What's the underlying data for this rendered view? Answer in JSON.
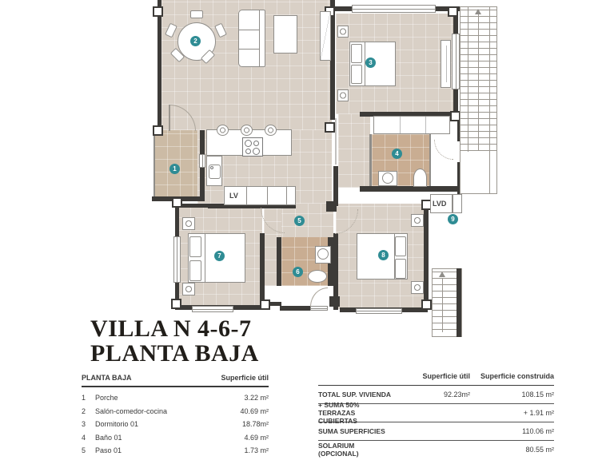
{
  "title": {
    "line1": "VILLA N 4-6-7",
    "line2": "PLANTA BAJA"
  },
  "plan": {
    "lv_label": "LV",
    "lvd_label": "LVD",
    "markers": [
      {
        "n": "1"
      },
      {
        "n": "2"
      },
      {
        "n": "3"
      },
      {
        "n": "4"
      },
      {
        "n": "5"
      },
      {
        "n": "6"
      },
      {
        "n": "7"
      },
      {
        "n": "8"
      },
      {
        "n": "9"
      }
    ],
    "colors": {
      "floor": "#d9d0c6",
      "wet_floor": "#c9ad92",
      "porch_floor": "#ccbba5",
      "accent_teal": "#2f8c94"
    }
  },
  "left_table": {
    "header": {
      "col1": "PLANTA BAJA",
      "col2": "Superficie útil"
    },
    "rows": [
      {
        "num": "1",
        "name": "Porche",
        "value": "3.22 m²"
      },
      {
        "num": "2",
        "name": "Salón-comedor-cocina",
        "value": "40.69 m²"
      },
      {
        "num": "3",
        "name": "Dormitorio 01",
        "value": "18.78m²"
      },
      {
        "num": "4",
        "name": "Baño 01",
        "value": "4.69 m²"
      },
      {
        "num": "5",
        "name": "Paso 01",
        "value": "1.73 m²"
      }
    ]
  },
  "right_table": {
    "header": {
      "col1": "Superficie útil",
      "col2": "Superficie construida"
    },
    "rows": [
      {
        "label": "TOTAL SUP. VIVIENDA",
        "util": "92.23m²",
        "construida": "108.15 m²"
      },
      {
        "label": "+ SUMA 50% TERRAZAS CUBIERTAS",
        "util": "",
        "construida": "+ 1.91 m²"
      },
      {
        "label": "SUMA SUPERFICIES",
        "util": "",
        "construida": "110.06 m²"
      },
      {
        "label": "SOLARIUM (OPCIONAL)",
        "util": "",
        "construida": "80.55 m²"
      }
    ]
  }
}
